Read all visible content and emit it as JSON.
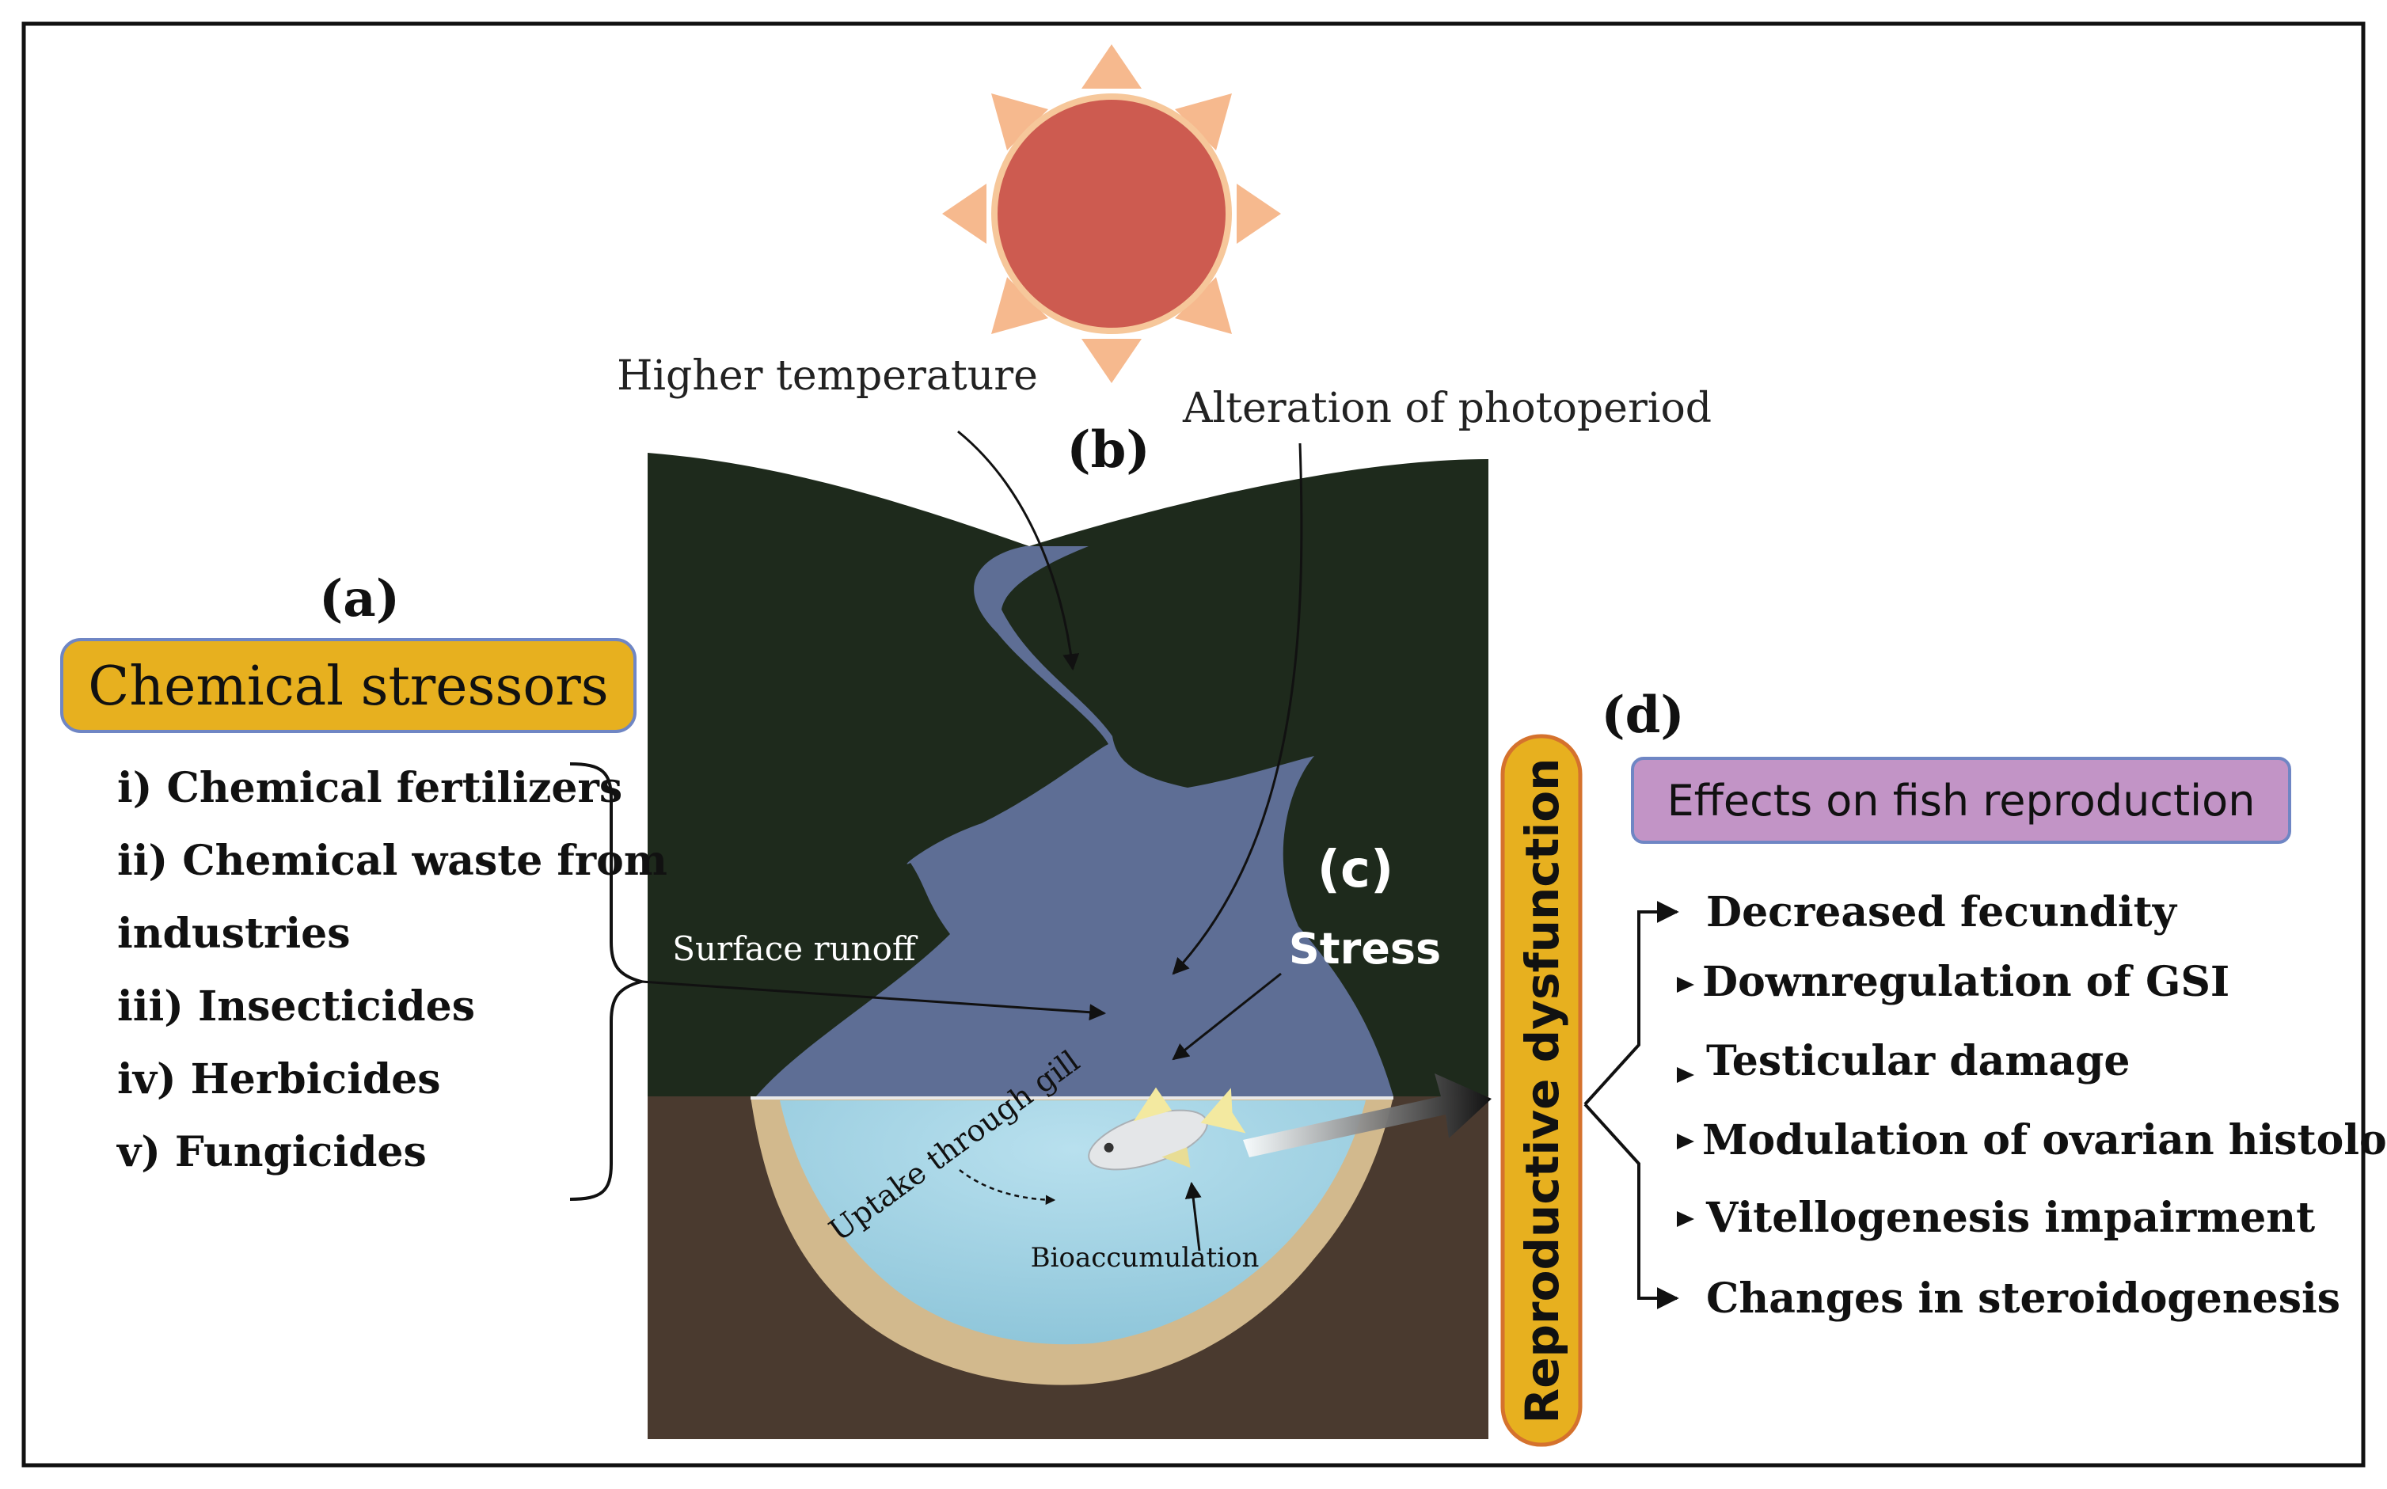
{
  "labels": {
    "a": "(a)",
    "b": "(b)",
    "c": "(c)",
    "d": "(d)"
  },
  "chemical": {
    "title": "Chemical stressors",
    "items": [
      "i) Chemical fertilizers",
      "ii) Chemical waste from",
      "industries",
      "iii) Insecticides",
      "iv) Herbicides",
      "v) Fungicides"
    ]
  },
  "climate": {
    "higher_temperature": "Higher temperature",
    "photoperiod": "Alteration of  photoperiod"
  },
  "river": {
    "surface_runoff": "Surface runoff",
    "stress": "Stress",
    "uptake": "Uptake through gill",
    "bioaccumulation": "Bioaccumulation"
  },
  "dysfunction": {
    "label": "Reproductive dysfunction"
  },
  "effects": {
    "title": "Effects on fish reproduction",
    "items": [
      "Decreased fecundity",
      "Downregulation of GSI",
      "Testicular damage",
      "Modulation of ovarian histology",
      "Vitellogenesis impairment",
      "Changes in steroidogenesis"
    ]
  },
  "colors": {
    "sun": "#cd5b50",
    "sun_rays": "#f6b98e",
    "hill": "#1e2a1c",
    "soil": "#4a3a2f",
    "river": "#5e6e95",
    "pond": "#9fcfe0",
    "sand": "#d2b98d",
    "chemical_box": "#e7b01f",
    "effects_box": "#c294c6"
  }
}
